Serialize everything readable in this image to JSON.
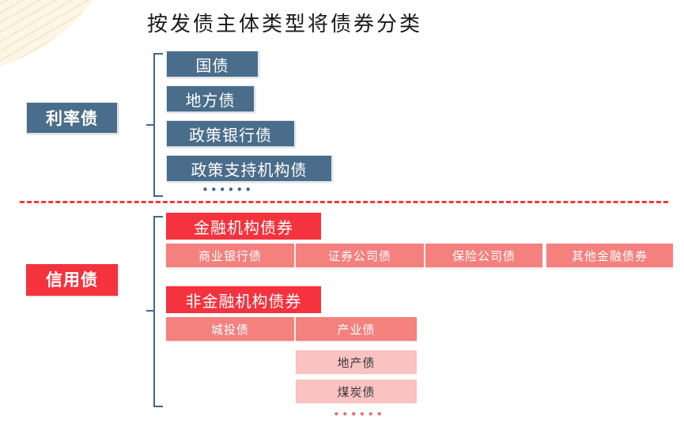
{
  "title": "按发债主体类型将债券分类",
  "colors": {
    "blue": "#4a6d8c",
    "red_strong": "#f5333f",
    "red_mid": "#f4817e",
    "red_light": "#fac3c1",
    "brace": "#41688a",
    "divider": "#f23a3a"
  },
  "groups": {
    "rate": {
      "label": "利率债",
      "items": [
        {
          "label": "国债"
        },
        {
          "label": "地方债"
        },
        {
          "label": "政策银行债"
        },
        {
          "label": "政策支持机构债"
        }
      ],
      "ellipsis": "••••••"
    },
    "credit": {
      "label": "信用债",
      "financial": {
        "label": "金融机构债券",
        "children": [
          {
            "label": "商业银行债"
          },
          {
            "label": "证券公司债"
          },
          {
            "label": "保险公司债"
          },
          {
            "label": "其他金融债券"
          }
        ]
      },
      "nonfinancial": {
        "label": "非金融机构债券",
        "children": [
          {
            "label": "城投债"
          },
          {
            "label": "产业债"
          }
        ],
        "industry_children": [
          {
            "label": "地产债"
          },
          {
            "label": "煤炭债"
          }
        ],
        "ellipsis": "••••••"
      }
    }
  }
}
